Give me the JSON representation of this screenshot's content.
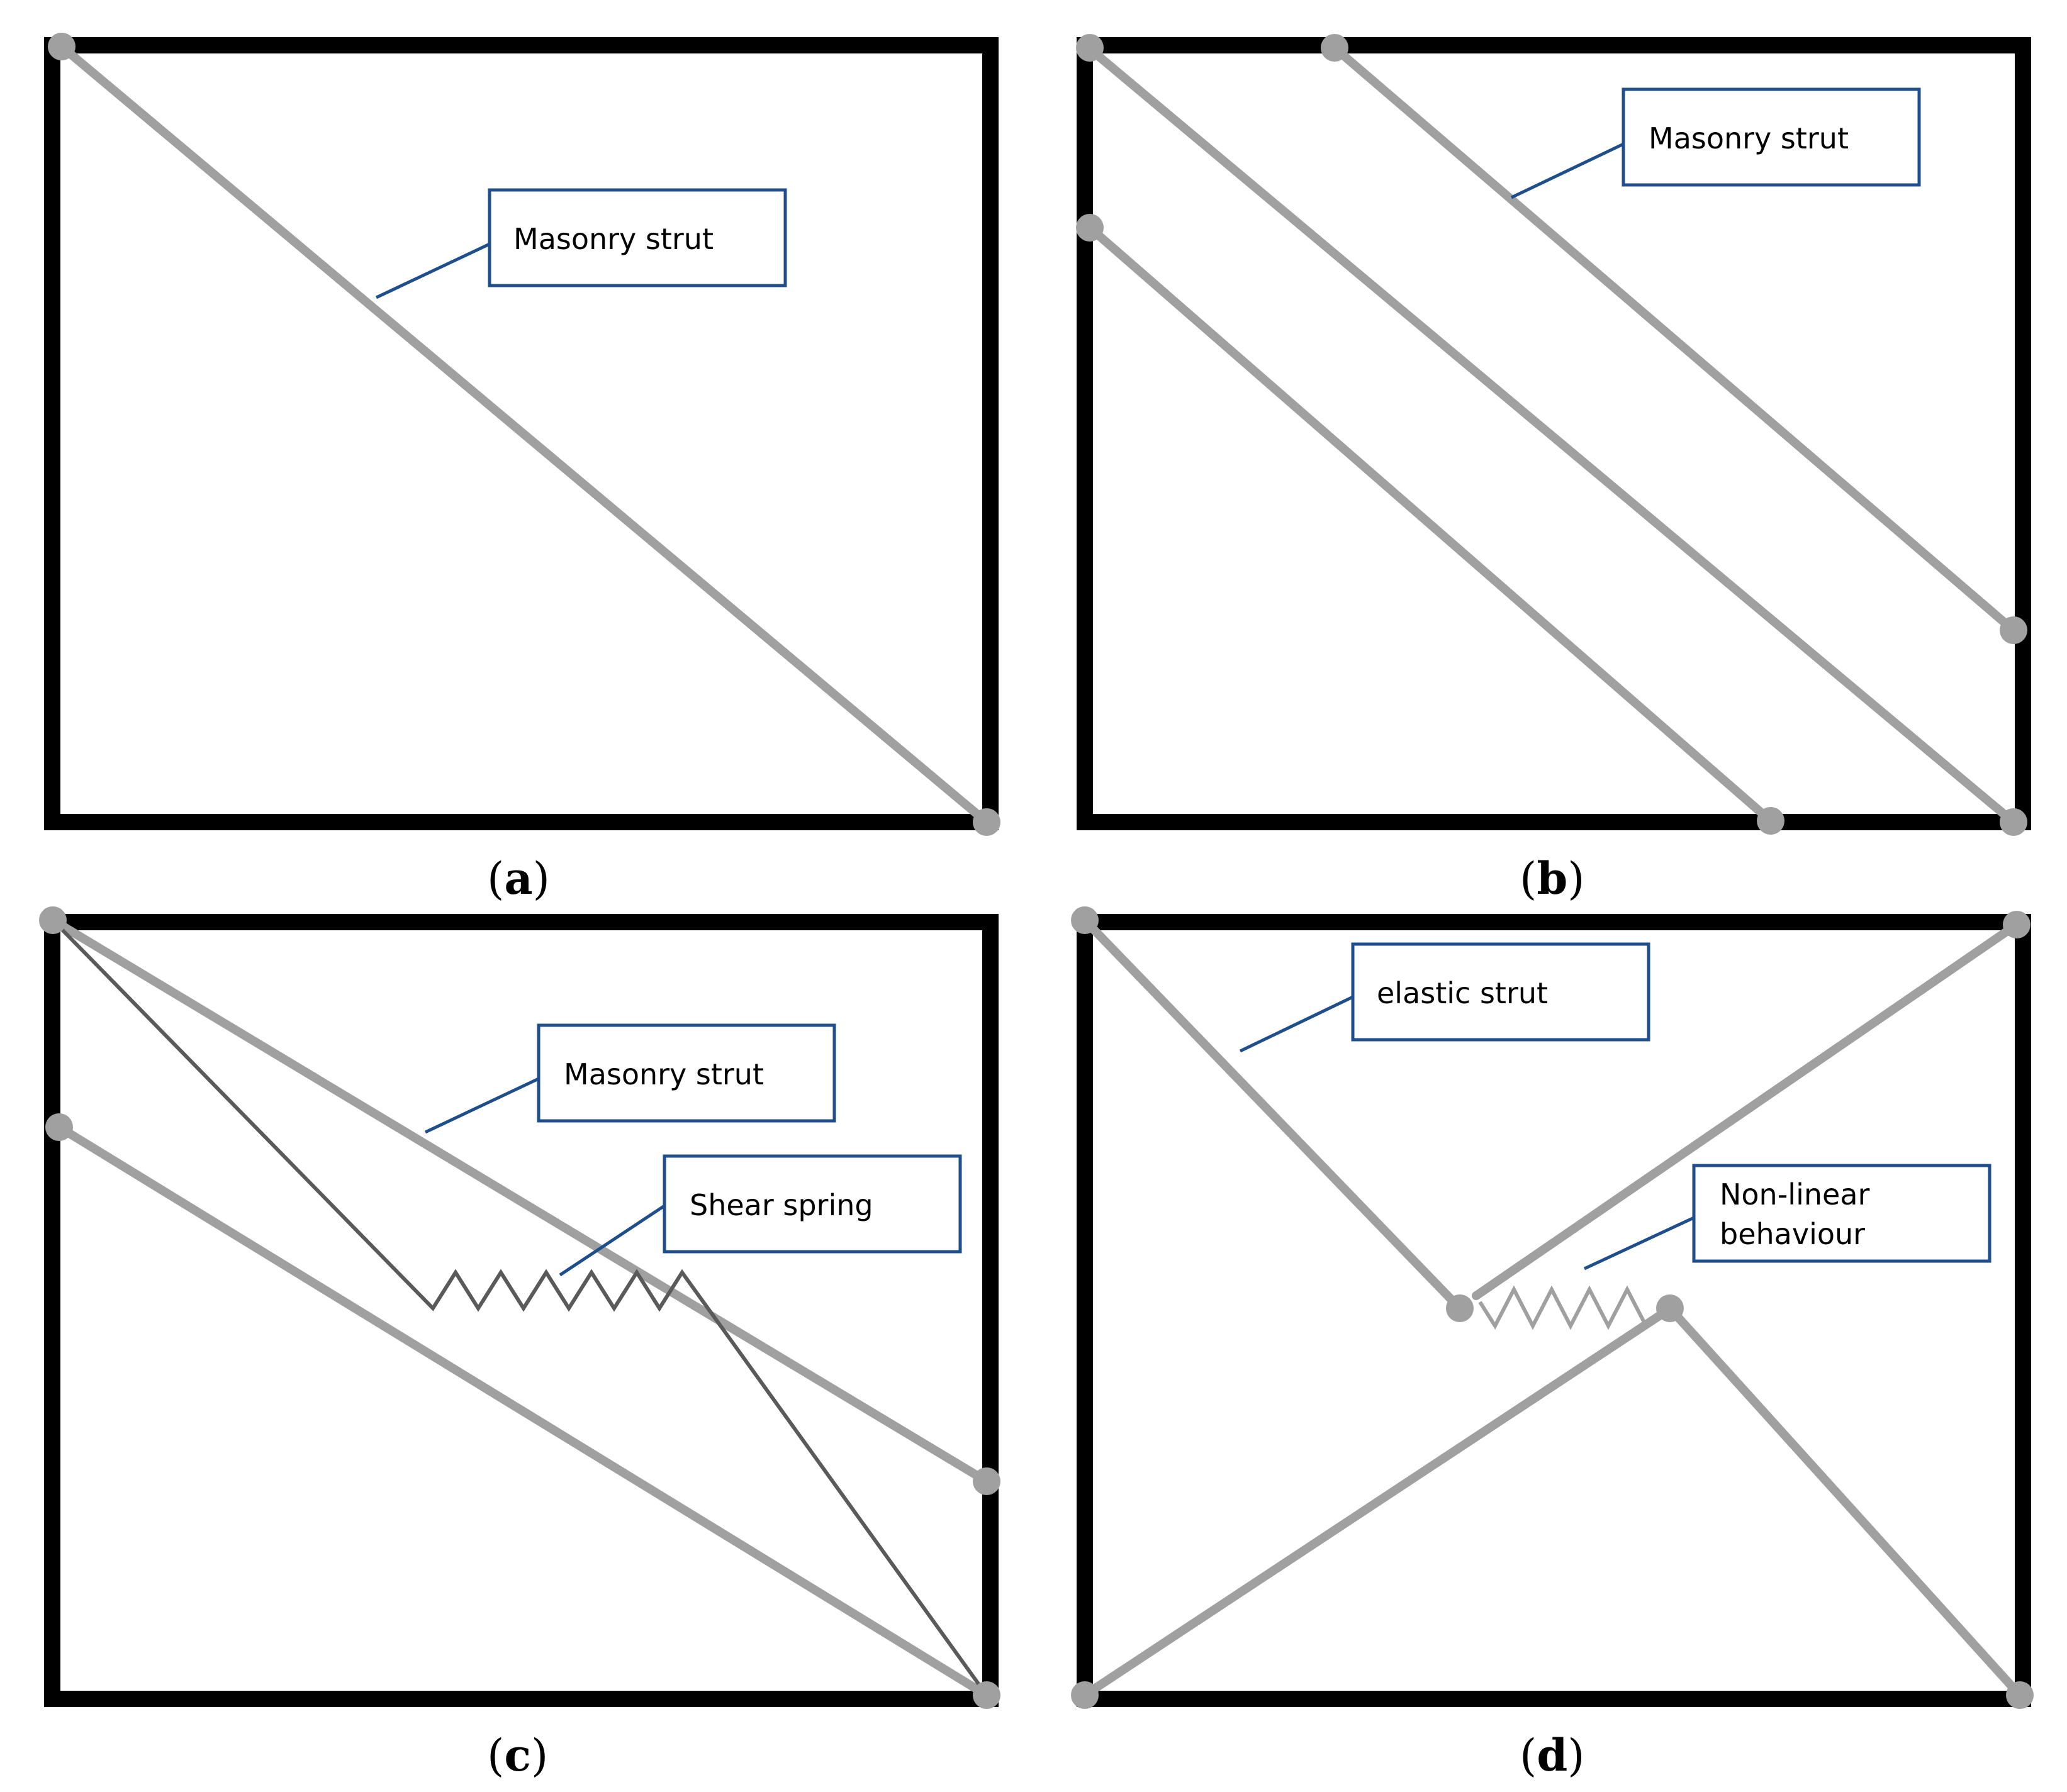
{
  "colors": {
    "frame": "#000000",
    "strut": "#a0a0a0",
    "spring": "#5a5a5a",
    "label_border": "#1f4e8c"
  },
  "panels": {
    "a": {
      "caption_letter": "a",
      "label": "Masonry strut"
    },
    "b": {
      "caption_letter": "b",
      "label": "Masonry strut"
    },
    "c": {
      "caption_letter": "c",
      "label_strut": "Masonry strut",
      "label_spring": "Shear spring"
    },
    "d": {
      "caption_letter": "d",
      "label_strut": "elastic strut",
      "label_nonlinear_line1": "Non-linear",
      "label_nonlinear_line2": "behaviour"
    }
  }
}
